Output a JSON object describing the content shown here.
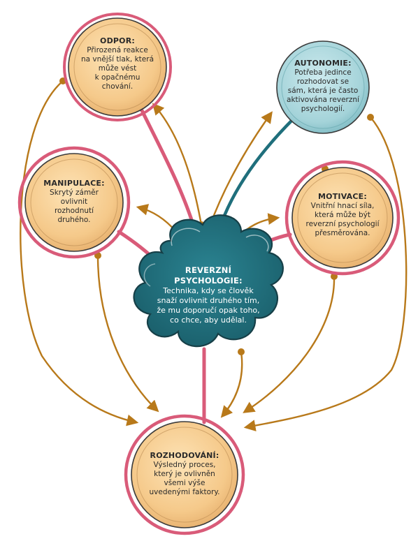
{
  "nodes": {
    "odpor": {
      "title": "ODPOR:",
      "lines": [
        "Přirozená reakce",
        "na vnější tlak, která",
        "může vést",
        "k opačnému",
        "chování."
      ]
    },
    "autonomie": {
      "title": "AUTONOMIE:",
      "lines": [
        "Potřeba jedince",
        "rozhodovat se",
        "sám, která je často",
        "aktivována reverzní",
        "psychologií."
      ]
    },
    "manipulace": {
      "title": "MANIPULACE:",
      "lines": [
        "Skrytý záměr",
        "ovlivnit",
        "rozhodnutí",
        "druhého."
      ]
    },
    "motivace": {
      "title": "MOTIVACE:",
      "lines": [
        "Vnitřní hnací síla,",
        "která může být",
        "reverzní psychologií",
        "přesměrována."
      ]
    },
    "center": {
      "title_lines": [
        "REVERZNÍ",
        "PSYCHOLOGIE:"
      ],
      "lines": [
        "Technika, kdy se člověk",
        "snaží ovlivnit druhého tím,",
        "že mu doporučí opak toho,",
        "co chce, aby udělal."
      ]
    },
    "rozhodovani": {
      "title": "ROZHODOVÁNÍ:",
      "lines": [
        "Výsledný proces,",
        "který je ovlivněn",
        "všemi výše",
        "uvedenými faktory."
      ]
    }
  },
  "colors": {
    "peach": "#f7cc8f",
    "peach_ring": "#b98a52",
    "teal_node": "#a9d7dc",
    "teal_cloud": "#1f6f7c",
    "pink": "#d95b79",
    "arrow": "#b8791a",
    "outline": "#3a3a3a"
  }
}
